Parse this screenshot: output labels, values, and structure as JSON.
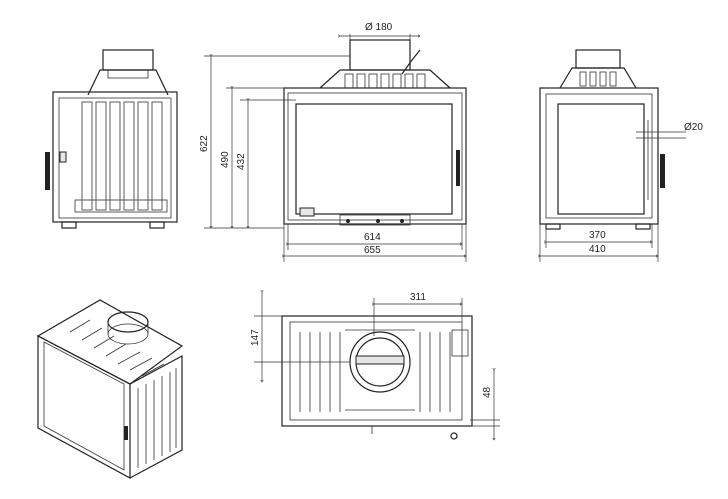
{
  "dimensions": {
    "flue_diameter": "Ø 180",
    "total_height": "622",
    "frame_height": "490",
    "glass_height": "432",
    "inner_width": "614",
    "total_width": "655",
    "side_offset": "Ø20",
    "side_depth_inner": "370",
    "side_depth_total": "410",
    "top_flue_offset": "311",
    "top_front_depth": "147",
    "top_back_depth": "48"
  }
}
